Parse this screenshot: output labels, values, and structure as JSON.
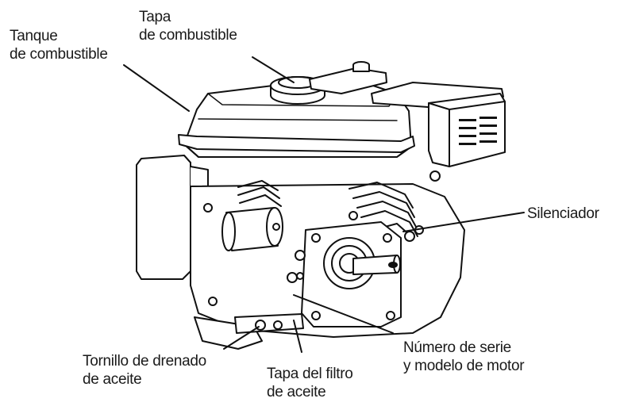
{
  "labels": {
    "fuel_tank": [
      "Tanque",
      "de combustible"
    ],
    "fuel_cap": [
      "Tapa",
      "de combustible"
    ],
    "muffler": [
      "Silenciador"
    ],
    "serial_number": [
      "Número de serie",
      "y modelo de motor"
    ],
    "drain_bolt": [
      "Tornillo de drenado",
      "de aceite"
    ],
    "oil_filler_cap": [
      "Tapa del filtro",
      "de aceite"
    ]
  },
  "colors": {
    "line": "#111111",
    "background": "#ffffff"
  }
}
